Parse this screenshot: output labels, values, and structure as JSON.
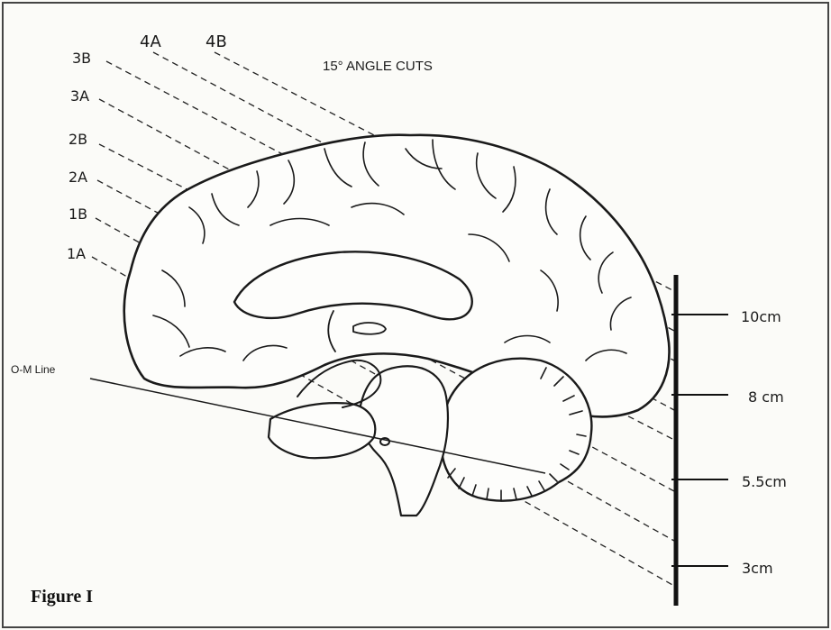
{
  "title": "15° ANGLE CUTS",
  "column_labels": {
    "col_4a": "4A",
    "col_4b": "4B"
  },
  "cut_labels": [
    "3B",
    "3A",
    "2B",
    "2A",
    "1B",
    "1A"
  ],
  "om_line_label": "O-M Line",
  "scale_marks": [
    "10cm",
    "8 cm",
    "5.5cm",
    "3cm"
  ],
  "caption": "Figure I",
  "colors": {
    "ink": "#1a1a1a",
    "paper": "#fbfbf8"
  }
}
